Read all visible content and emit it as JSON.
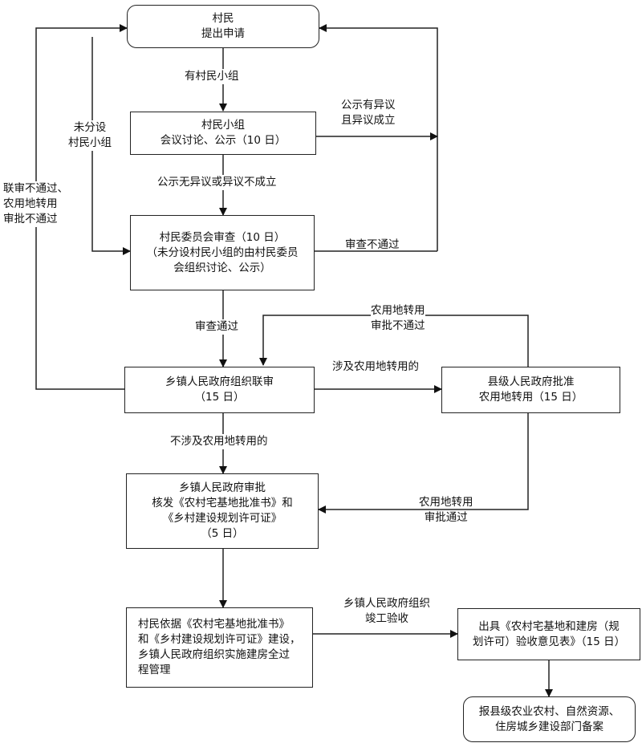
{
  "nodes": {
    "apply": "村民\n提出申请",
    "group": "村民小组\n会议讨论、公示（10 日）",
    "committee": "村民委员会审查（10 日）\n（未分设村民小组的由村民委员\n会组织讨论、公示）",
    "town_review": "乡镇人民政府组织联审\n（15 日）",
    "county": "县级人民政府批准\n农用地转用（15 日）",
    "town_approve": "乡镇人民政府审批\n核发《农村宅基地批准书》和\n《乡村建设规划许可证》\n（5 日）",
    "build": "村民依据《农村宅基地批准书》\n和《乡村建设规划许可证》建设，\n乡镇人民政府组织实施建房全过\n程管理",
    "acceptance": "出具《农村宅基地和建房（规\n划许可）验收意见表》（15 日）",
    "record": "报县级农业农村、自然资源、\n住房城乡建设部门备案"
  },
  "edges": {
    "has_group": "有村民小组",
    "no_group": "未分设\n村民小组",
    "objection_upheld": "公示有异议\n且异议成立",
    "no_objection": "公示无异议或异议不成立",
    "review_fail": "审查不通过",
    "review_pass": "审查通过",
    "joint_fail": "联审不通过、\n农用地转用\n审批不通过",
    "involves_land": "涉及农用地转用的",
    "land_not_approved": "农用地转用\n审批不通过",
    "not_involves_land": "不涉及农用地转用的",
    "land_approved": "农用地转用\n审批通过",
    "completion_check": "乡镇人民政府组织\n竣工验收"
  }
}
